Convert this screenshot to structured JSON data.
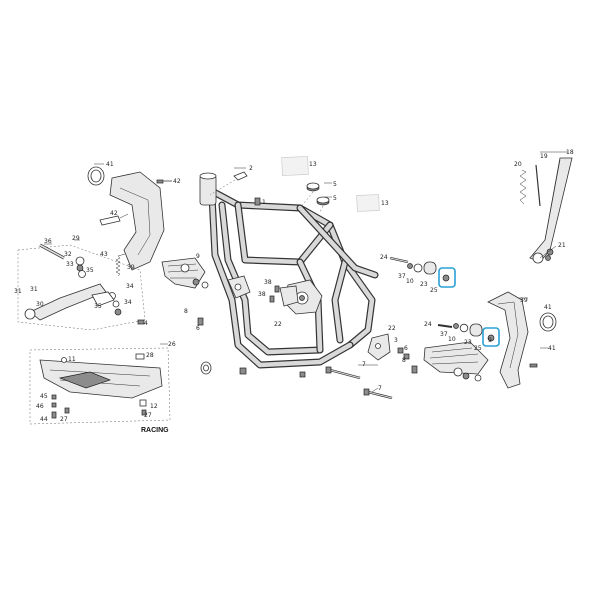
{
  "labels": {
    "l41a": "41",
    "l42": "42",
    "l42b": "42",
    "l39a": "39",
    "l36": "36",
    "l29": "29",
    "l32": "32",
    "l33": "33",
    "l35a": "35",
    "l31a": "31",
    "l31b": "31",
    "l30": "30",
    "l34a": "34",
    "l34b": "34",
    "l35b": "35",
    "l4a": "4",
    "l43": "43",
    "l2": "2",
    "l13a": "13",
    "l5a": "5",
    "l5b": "5",
    "l13b": "13",
    "l1": "1",
    "l9a": "9",
    "l8a": "8",
    "l38a": "38",
    "l38b": "38",
    "l22a": "22",
    "l6a": "6",
    "l24a": "24",
    "l37a": "37",
    "l10a": "10",
    "l23a": "23",
    "l25a": "25",
    "l18": "18",
    "l20": "20",
    "l19": "19",
    "l21": "21",
    "l39b": "39",
    "l41b": "41",
    "l41c": "41",
    "l24b": "24",
    "l37b": "37",
    "l10b": "10",
    "l23b": "23",
    "l25b": "25",
    "l22b": "22",
    "l3": "3",
    "l6b": "6",
    "l9b": "9",
    "l7a": "7",
    "l7b": "7",
    "l8b": "8",
    "l26": "26",
    "l28": "28",
    "l11": "11",
    "l45": "45",
    "l46": "46",
    "l44": "44",
    "l27a": "27",
    "l27b": "27",
    "l12": "12",
    "racing": "RACING"
  },
  "colors": {
    "highlight": "#2aa0d6",
    "line": "#333333",
    "part_fill": "#e9e9e9"
  }
}
